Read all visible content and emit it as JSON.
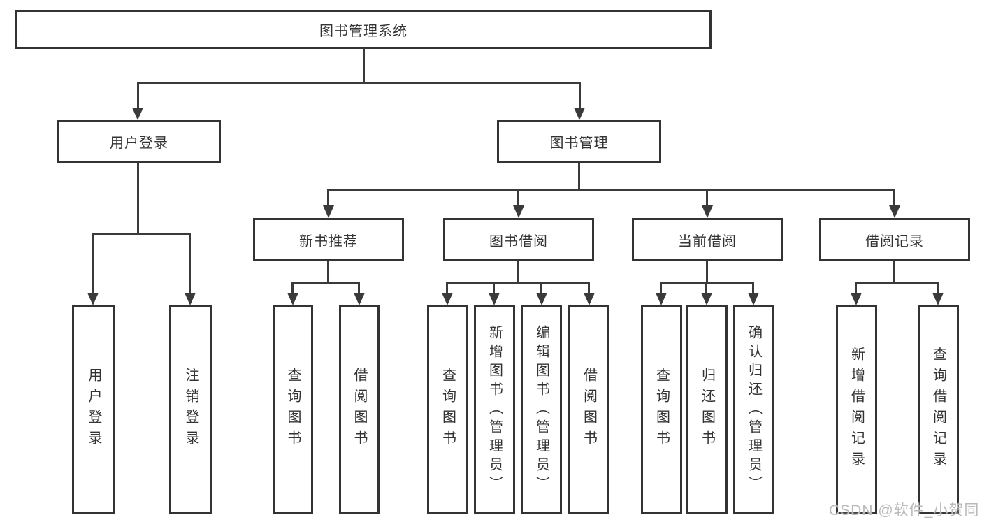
{
  "diagram_type": "tree",
  "tree": {
    "root": {
      "label": "图书管理系统"
    },
    "level2": [
      {
        "label": "用户登录",
        "leaves": [
          "用户登录",
          "注销登录"
        ]
      },
      {
        "label": "图书管理",
        "level3": [
          {
            "label": "新书推荐",
            "leaves": [
              "查询图书",
              "借阅图书"
            ]
          },
          {
            "label": "图书借阅",
            "leaves": [
              "查询图书",
              "新增图书（管理员）",
              "编辑图书（管理员）",
              "借阅图书"
            ]
          },
          {
            "label": "当前借阅",
            "leaves": [
              "查询图书",
              "归还图书",
              "确认归还（管理员）"
            ]
          },
          {
            "label": "借阅记录",
            "leaves": [
              "新增借阅记录",
              "查询借阅记录"
            ]
          }
        ]
      }
    ]
  },
  "watermark": "CSDN @软件_小贺同学",
  "colors": {
    "line": "#3a3a3a",
    "border": "#333333",
    "text": "#333333",
    "background": "#ffffff",
    "watermark": "#b9b9b9"
  }
}
